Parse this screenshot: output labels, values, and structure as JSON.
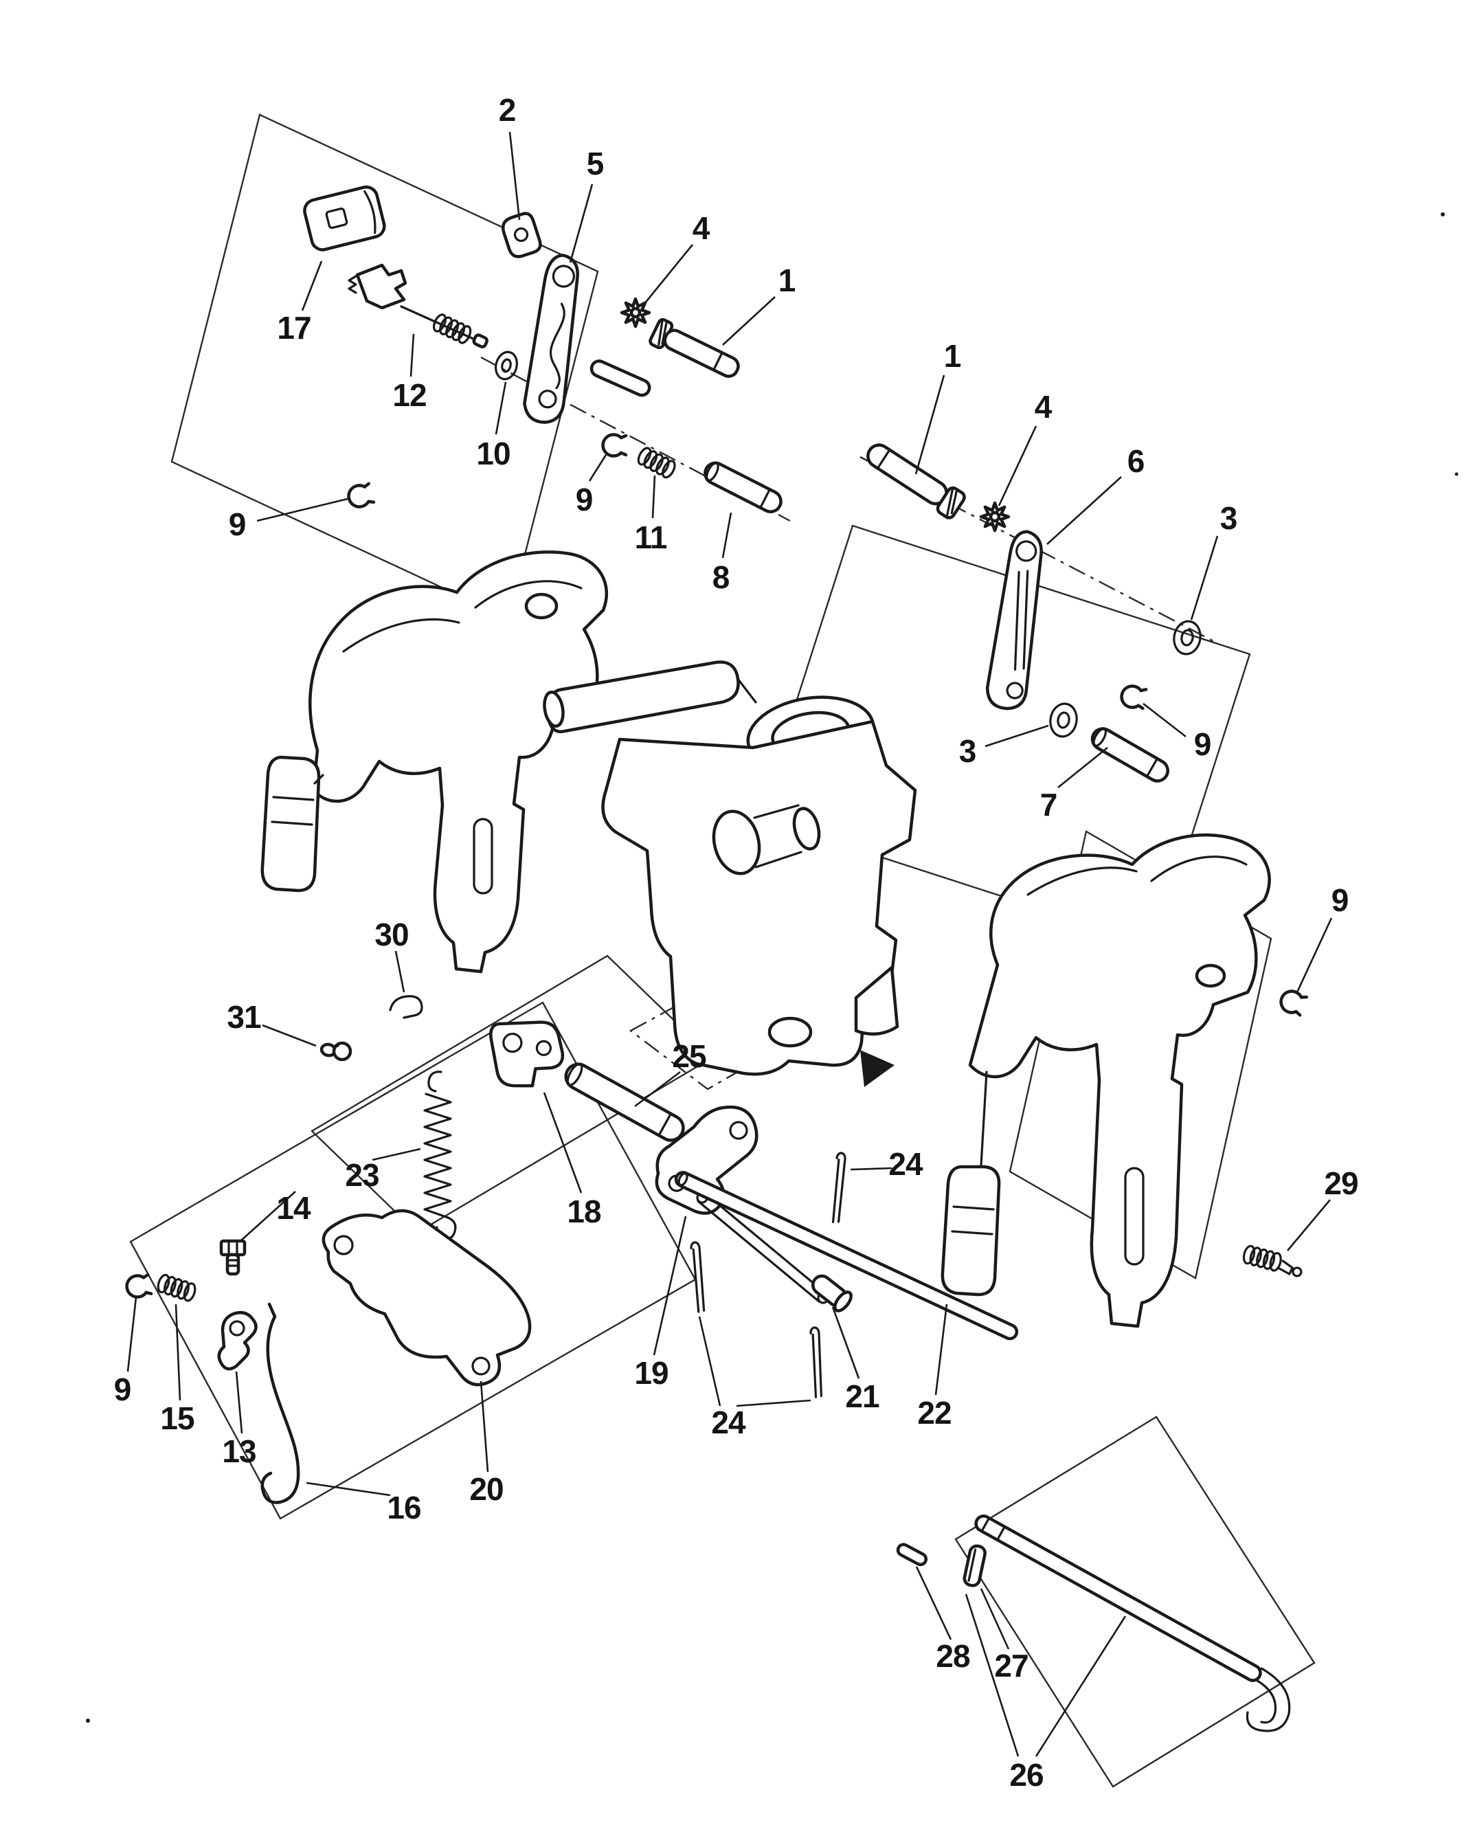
{
  "diagram": {
    "background_color": "#ffffff",
    "ink_color": "#1a1a1a",
    "callouts": [
      {
        "label": "2",
        "part": "anchor-clip"
      },
      {
        "label": "5",
        "part": "tilt-lock-plate-port"
      },
      {
        "label": "4",
        "part": "lock-washer-nut"
      },
      {
        "label": "1",
        "part": "pivot-pin"
      },
      {
        "label": "17",
        "part": "end-cap"
      },
      {
        "label": "12",
        "part": "latch-lever-rod"
      },
      {
        "label": "10",
        "part": "washer"
      },
      {
        "label": "9",
        "part": "e-ring"
      },
      {
        "label": "11",
        "part": "spring-small"
      },
      {
        "label": "8",
        "part": "pin"
      },
      {
        "label": "9",
        "part": "e-ring"
      },
      {
        "label": "1",
        "part": "pivot-pin"
      },
      {
        "label": "4",
        "part": "lock-washer-nut"
      },
      {
        "label": "6",
        "part": "tilt-lock-plate-starboard"
      },
      {
        "label": "3",
        "part": "washer"
      },
      {
        "label": "3",
        "part": "washer"
      },
      {
        "label": "7",
        "part": "pin"
      },
      {
        "label": "9",
        "part": "e-ring"
      },
      {
        "label": "9",
        "part": "e-ring"
      },
      {
        "label": "30",
        "part": "clip"
      },
      {
        "label": "31",
        "part": "screw"
      },
      {
        "label": "25",
        "part": "pin"
      },
      {
        "label": "18",
        "part": "bracket-plate"
      },
      {
        "label": "23",
        "part": "extension-spring"
      },
      {
        "label": "14",
        "part": "bolt"
      },
      {
        "label": "9",
        "part": "e-ring"
      },
      {
        "label": "15",
        "part": "spring-small"
      },
      {
        "label": "13",
        "part": "latch"
      },
      {
        "label": "16",
        "part": "lock-hook"
      },
      {
        "label": "20",
        "part": "lock-bracket"
      },
      {
        "label": "19",
        "part": "cam-lever"
      },
      {
        "label": "24",
        "part": "cotter-pins"
      },
      {
        "label": "24",
        "part": "cotter-pin"
      },
      {
        "label": "21",
        "part": "clevis-pin"
      },
      {
        "label": "22",
        "part": "link-rod"
      },
      {
        "label": "29",
        "part": "spring-screw"
      },
      {
        "label": "28",
        "part": "roll-pin"
      },
      {
        "label": "27",
        "part": "sleeve"
      },
      {
        "label": "26",
        "part": "tilt-lock-rod"
      }
    ]
  }
}
